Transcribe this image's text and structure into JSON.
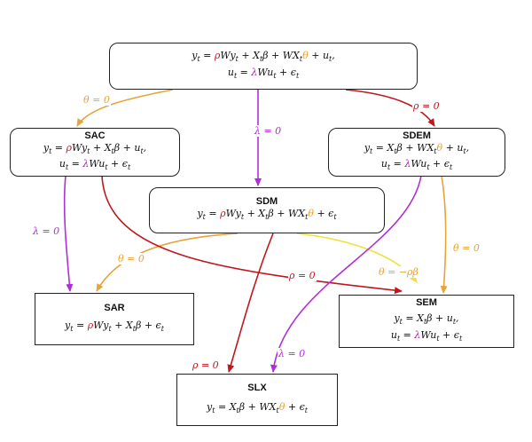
{
  "colors": {
    "orange": "#E8A33A",
    "red": "#C0161E",
    "purple": "#B02ED8",
    "yellow": "#F2E03A",
    "param_red": "#D01020",
    "param_magenta": "#C020C0",
    "param_orange": "#F0A020"
  },
  "top": {
    "eq1": "y_t = ρWy_t + X_tβ + WX_tθ + u_t,",
    "eq2": "u_t = λWu_t + ϵ_t"
  },
  "sac": {
    "title": "SAC",
    "eq1": "y_t = ρWy_t + X_tβ + u_t,",
    "eq2": "u_t = λWu_t + ϵ_t"
  },
  "sdem": {
    "title": "SDEM",
    "eq1": "y_t = X_tβ + WX_tθ + u_t,",
    "eq2": "u_t = λWu_t + ϵ_t"
  },
  "sdm": {
    "title": "SDM",
    "eq1": "y_t = ρWy_t + X_tβ + WX_tθ + ϵ_t"
  },
  "sar": {
    "title": "SAR",
    "eq1": "y_t = ρWy_t + X_tβ + ϵ_t"
  },
  "sem": {
    "title": "SEM",
    "eq1": "y_t = X_tβ + u_t,",
    "eq2": "u_t = λWu_t + ϵ_t"
  },
  "slx": {
    "title": "SLX",
    "eq1": "y_t = X_tβ + WX_tθ + ϵ_t"
  },
  "labels": {
    "top_sac": "θ = 0",
    "top_sdm": "λ = 0",
    "top_sdem": "ρ = 0",
    "sac_sar": "λ = 0",
    "sdm_sar": "θ = 0",
    "sac_sem": "ρ = 0",
    "sdm_sem": "θ = −ρβ",
    "sdem_sem": "θ = 0",
    "sdm_slx": "ρ = 0",
    "sdem_slx": "λ = 0"
  }
}
